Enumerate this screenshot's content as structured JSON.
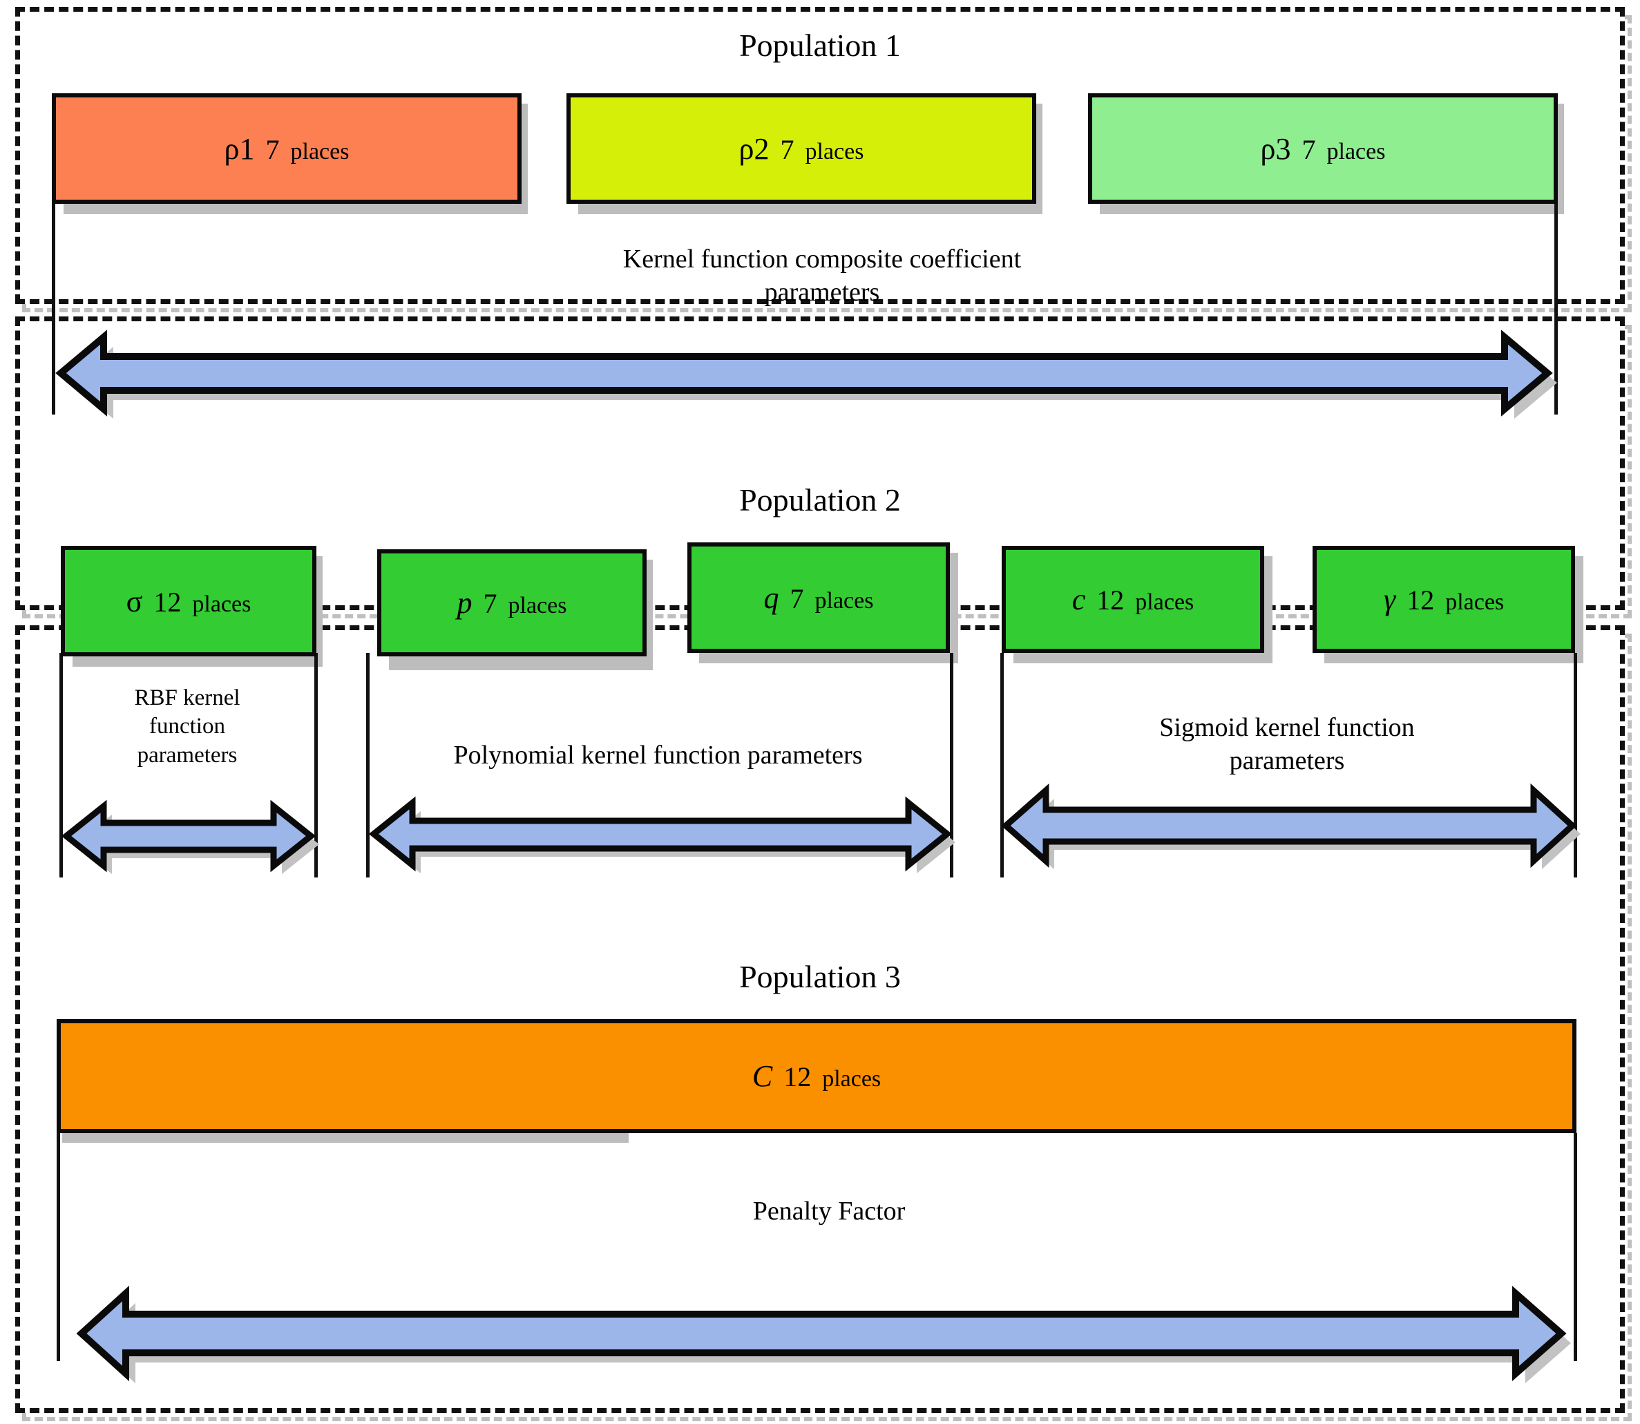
{
  "diagram": {
    "title": "Population chromosome encoding structure",
    "colors": {
      "coral": "#FC8052",
      "yellow": "#D6EF08",
      "light_green": "#8EEE90",
      "green": "#33CC33",
      "orange": "#FA9000",
      "arrow_blue": "#9CB6EA",
      "outline": "#0a0a0a",
      "shadow": "#bdbdbd"
    }
  },
  "populations": [
    {
      "title": "Population 1",
      "blocks": [
        {
          "symbol": "ρ1",
          "count": "7",
          "unit": "places",
          "color": "#FC8052"
        },
        {
          "symbol": "ρ2",
          "count": "7",
          "unit": "places",
          "color": "#D6EF08"
        },
        {
          "symbol": "ρ3",
          "count": "7",
          "unit": "places",
          "color": "#8EEE90"
        }
      ],
      "groups": [
        {
          "caption_line1": "Kernel function composite coefficient",
          "caption_line2": "parameters"
        }
      ]
    },
    {
      "title": "Population 2",
      "blocks": [
        {
          "symbol": "σ",
          "count": "12",
          "unit": "places",
          "color": "#33CC33"
        },
        {
          "symbol": "p",
          "count": "7",
          "unit": "places",
          "color": "#33CC33"
        },
        {
          "symbol": "q",
          "count": "7",
          "unit": "places",
          "color": "#33CC33"
        },
        {
          "symbol": "c",
          "count": "12",
          "unit": "places",
          "color": "#33CC33"
        },
        {
          "symbol": "γ",
          "count": "12",
          "unit": "places",
          "color": "#33CC33"
        }
      ],
      "groups": [
        {
          "caption_line1": "RBF kernel",
          "caption_line2": "function",
          "caption_line3": "parameters"
        },
        {
          "caption_line1": "Polynomial kernel function parameters",
          "caption_line2": ""
        },
        {
          "caption_line1": "Sigmoid kernel function",
          "caption_line2": "parameters"
        }
      ]
    },
    {
      "title": "Population 3",
      "blocks": [
        {
          "symbol": "C",
          "count": "12",
          "unit": "places",
          "color": "#FA9000"
        }
      ],
      "groups": [
        {
          "caption_line1": "Penalty Factor",
          "caption_line2": ""
        }
      ]
    }
  ]
}
